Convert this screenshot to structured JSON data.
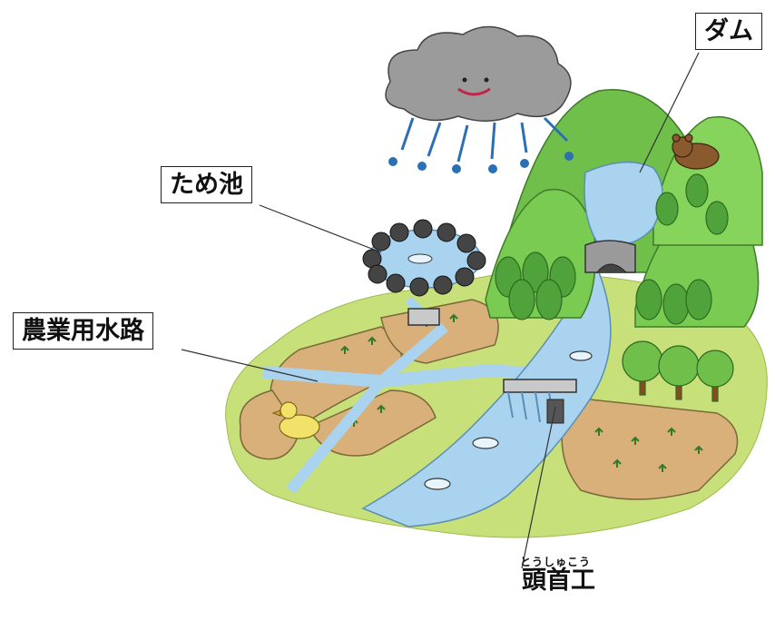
{
  "labels": {
    "dam": "ダム",
    "pond": "ため池",
    "canal": "農業用水路",
    "headworks": "頭首工",
    "headworks_ruby": "とうしゅこう"
  },
  "colors": {
    "water": "#a9d3ee",
    "field": "#d9b07a",
    "grass": "#c8e07a",
    "tree": "#6fbf4a",
    "cloud": "#9b9b9b"
  }
}
